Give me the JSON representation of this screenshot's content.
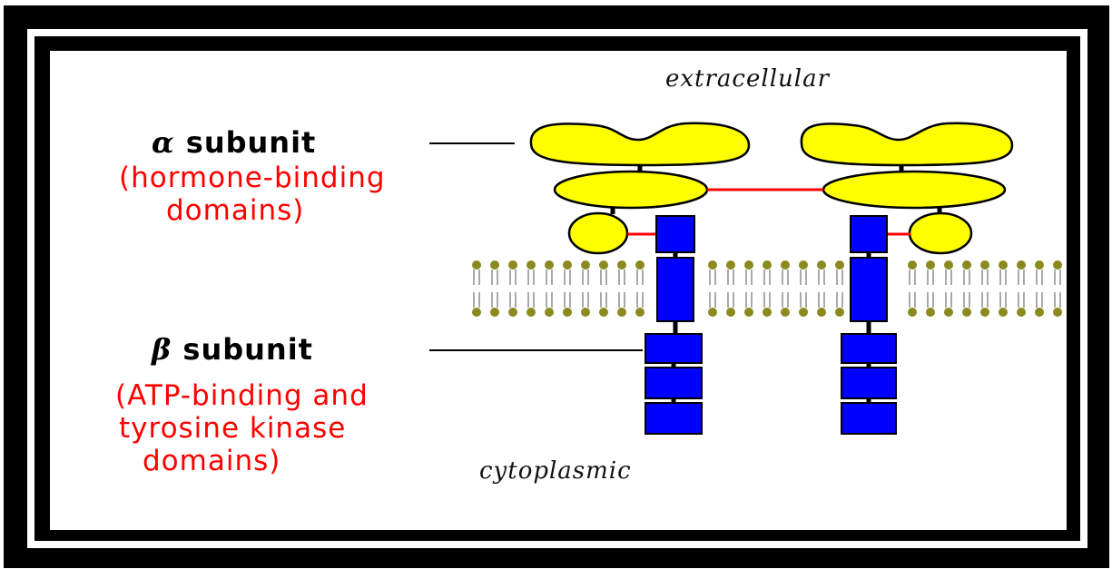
{
  "alpha": {
    "symbol": "α",
    "label": "subunit",
    "description_line1": "(hormone-binding",
    "description_line2": "domains)"
  },
  "beta": {
    "symbol": "β",
    "label": "subunit",
    "description_line1": "(ATP-binding and",
    "description_line2": "tyrosine kinase",
    "description_line3": "domains)"
  },
  "regions": {
    "top": "extracellular",
    "bottom": "cytoplasmic"
  },
  "colors": {
    "alpha_domain": "#ffff00",
    "beta_domain": "#0000ff",
    "disulfide_link": "#ff0000",
    "membrane_head": "#8a8a1f",
    "label_red": "#ff0000"
  }
}
